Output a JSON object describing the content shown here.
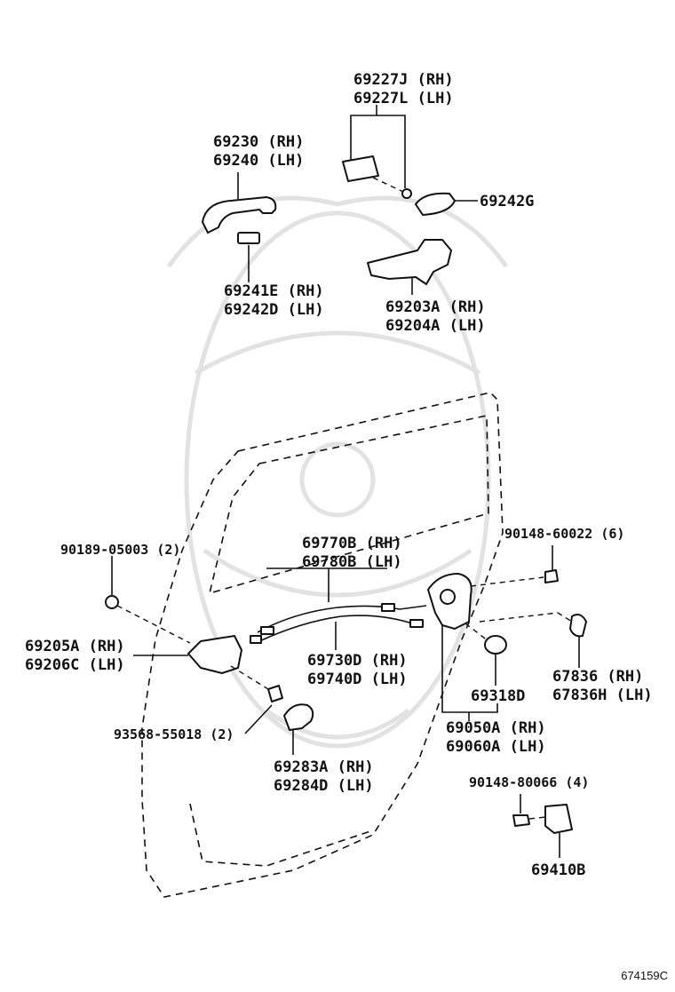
{
  "diagram": {
    "reference_code": "674159C",
    "parts": [
      {
        "id": "exterior-handle",
        "lines": [
          "69230 (RH)",
          "69240 (LH)"
        ]
      },
      {
        "id": "handle-cover",
        "lines": [
          "69227J (RH)",
          "69227L (LH)"
        ]
      },
      {
        "id": "handle-pad",
        "lines": [
          "69242G"
        ]
      },
      {
        "id": "handle-pad-front",
        "lines": [
          "69241E (RH)",
          "69242D (LH)"
        ]
      },
      {
        "id": "handle-frame",
        "lines": [
          "69203A (RH)",
          "69204A (LH)"
        ]
      },
      {
        "id": "clip",
        "lines": [
          "90189-05003 (2)"
        ]
      },
      {
        "id": "lock-screw",
        "lines": [
          "90148-60022 (6)"
        ]
      },
      {
        "id": "lock-remote-cable",
        "lines": [
          "69770B (RH)",
          "69780B (LH)"
        ]
      },
      {
        "id": "inside-handle",
        "lines": [
          "69205A (RH)",
          "69206C (LH)"
        ]
      },
      {
        "id": "lock-cable",
        "lines": [
          "69730D (RH)",
          "69740D (LH)"
        ]
      },
      {
        "id": "door-seal",
        "lines": [
          "67836 (RH)",
          "67836H (LH)"
        ]
      },
      {
        "id": "cover",
        "lines": [
          "69318D"
        ]
      },
      {
        "id": "screw",
        "lines": [
          "93568-55018 (2)"
        ]
      },
      {
        "id": "door-lock",
        "lines": [
          "69050A (RH)",
          "69060A (LH)"
        ]
      },
      {
        "id": "bezel",
        "lines": [
          "69283A (RH)",
          "69284D (LH)"
        ]
      },
      {
        "id": "striker-screw",
        "lines": [
          "90148-80066 (4)"
        ]
      },
      {
        "id": "striker",
        "lines": [
          "69410B"
        ]
      }
    ]
  }
}
